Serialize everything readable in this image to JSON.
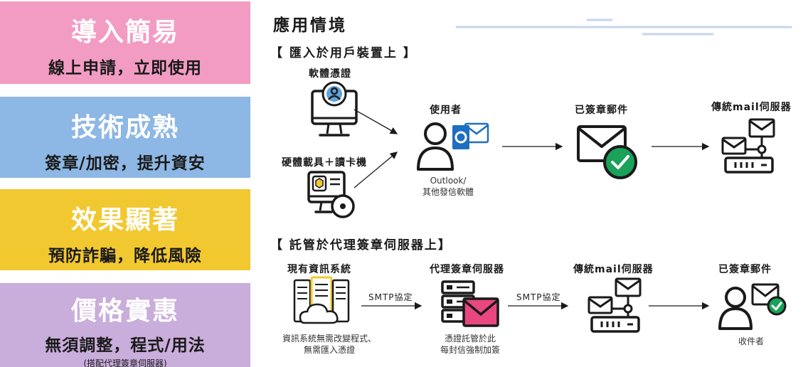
{
  "panels": [
    {
      "title": "導入簡易",
      "subtitle": "線上申請，立即使用",
      "note": ""
    },
    {
      "title": "技術成熟",
      "subtitle": "簽章/加密，提升資安",
      "note": ""
    },
    {
      "title": "效果顯著",
      "subtitle": "預防詐騙，降低風險",
      "note": ""
    },
    {
      "title": "價格實惠",
      "subtitle": "無須調整，程式/用法",
      "note": "(搭配代理簽章伺服器)"
    }
  ],
  "scenario": {
    "title": "應用情境",
    "section1": {
      "title": "【 匯入於用戶裝置上 】",
      "software_cert": "軟體憑證",
      "hardware_token": "硬體載具＋讀卡機",
      "user": "使用者",
      "client_note_1": "Outlook/",
      "client_note_2": "其他發信軟體",
      "signed_mail": "已簽章郵件",
      "mail_server": "傳統mail伺服器"
    },
    "section2": {
      "title": "【 託管於代理簽章伺服器上】",
      "existing_system": "現有資訊系統",
      "existing_note_1": "資訊系統無需改變程式、",
      "existing_note_2": "無需匯入憑證",
      "smtp_1": "SMTP協定",
      "proxy_server": "代理簽章伺服器",
      "proxy_note_1": "憑證託管於此",
      "proxy_note_2": "每封信強制加簽",
      "smtp_2": "SMTP協定",
      "mail_server": "傳統mail伺服器",
      "signed_mail": "已簽章郵件",
      "recipient": "收件者"
    }
  },
  "colors": {
    "pink": "#f39cc3",
    "blue": "#8db7e4",
    "yellow": "#f2c830",
    "purple": "#c9addb",
    "outlook_blue": "#1f6fc1",
    "check_green": "#1aa25a",
    "envelope_pink": "#e8477f",
    "server_yellow": "#f2c830",
    "deco_line": "#c7d5ee"
  }
}
